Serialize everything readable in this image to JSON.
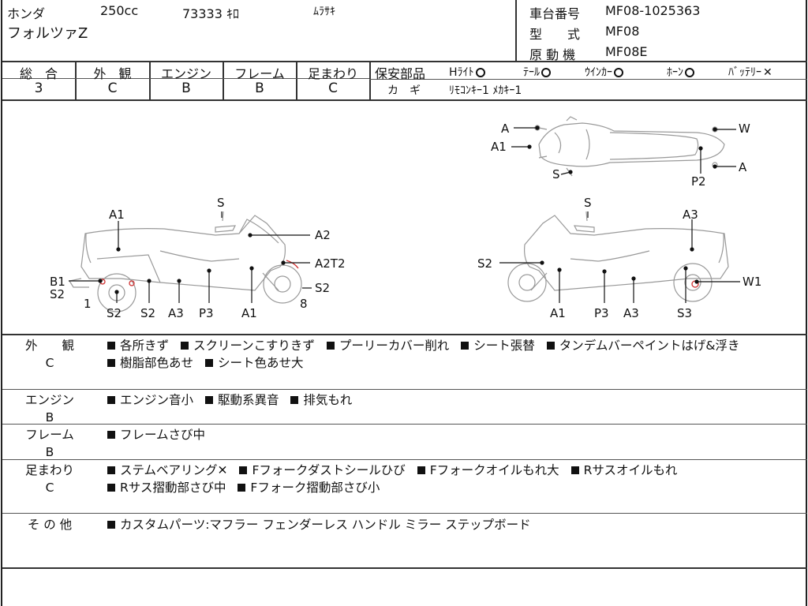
{
  "header": {
    "maker": "ホンダ",
    "displacement": "250cc",
    "mileage": "73333 ｷﾛ",
    "color": "ﾑﾗｻｷ",
    "model_name": "フォルツァZ",
    "frame_no_label": "車台番号",
    "frame_no": "MF08-1025363",
    "type_label": "型　　式",
    "type": "MF08",
    "engine_label": "原 動 機",
    "engine": "MF08E"
  },
  "grades": [
    {
      "label": "総　合",
      "value": "3"
    },
    {
      "label": "外　観",
      "value": "C"
    },
    {
      "label": "エンジン",
      "value": "B"
    },
    {
      "label": "フレーム",
      "value": "B"
    },
    {
      "label": "足まわり",
      "value": "C"
    }
  ],
  "safety": {
    "label": "保安部品",
    "items": [
      {
        "name": "Hﾗｲﾄ",
        "status": "circle"
      },
      {
        "name": "ﾃｰﾙ",
        "status": "circle"
      },
      {
        "name": "ｳｲﾝｶｰ",
        "status": "circle"
      },
      {
        "name": "ﾎｰﾝ",
        "status": "circle"
      },
      {
        "name": "ﾊﾞｯﾃﾘｰ",
        "status": "cross"
      }
    ],
    "key_label": "カ　ギ",
    "key_value": "ﾘﾓｺﾝｷｰ1 ﾒｶｷｰ1"
  },
  "diagram": {
    "top": [
      "A",
      "A1",
      "S",
      "W",
      "A",
      "P2"
    ],
    "left": [
      "S",
      "A1",
      "A2",
      "A2T2",
      "B1",
      "S2",
      "1",
      "S2",
      "S2",
      "A3",
      "P3",
      "A1",
      "8"
    ],
    "right": [
      "S",
      "A3",
      "S2",
      "W1",
      "A1",
      "P3",
      "A3",
      "S3"
    ]
  },
  "remarks": [
    {
      "label": "外　　観",
      "grade": "C",
      "items": [
        "各所きず",
        "スクリーンこすりきず",
        "プーリーカバー削れ",
        "シート張替",
        "タンデムバーペイントはげ&浮き",
        "樹脂部色あせ",
        "シート色あせ大"
      ]
    },
    {
      "label": "エンジン",
      "grade": "B",
      "items": [
        "エンジン音小",
        "駆動系異音",
        "排気もれ"
      ]
    },
    {
      "label": "フレーム",
      "grade": "B",
      "items": [
        "フレームさび中"
      ]
    },
    {
      "label": "足まわり",
      "grade": "C",
      "items": [
        "ステムベアリング✕",
        "Fフォークダストシールひび",
        "Fフォークオイルもれ大",
        "Rサスオイルもれ",
        "Rサス摺動部さび中",
        "Fフォーク摺動部さび小"
      ]
    },
    {
      "label": "そ の 他",
      "grade": "",
      "items": [
        "カスタムパーツ:マフラー フェンダーレス ハンドル ミラー ステップボード"
      ]
    }
  ]
}
